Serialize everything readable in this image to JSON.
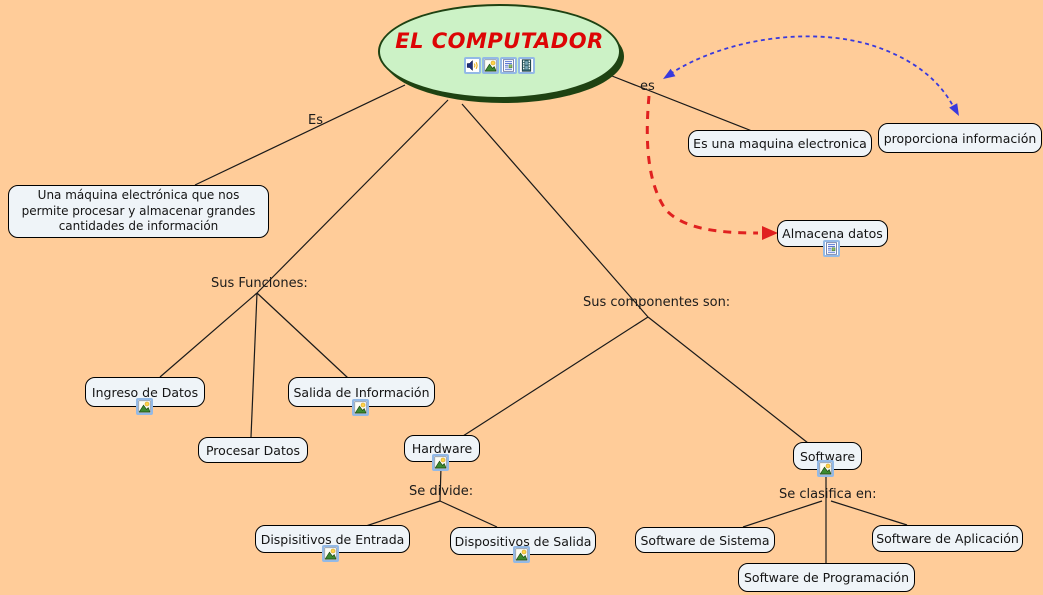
{
  "map": {
    "root": {
      "label": "EL COMPUTADOR",
      "icons": [
        "audio-icon",
        "image-icon",
        "document-icon",
        "video-icon"
      ]
    },
    "concepts": {
      "definicion": "Una máquina electrónica que nos permite procesar y almacenar grandes cantidades de información",
      "maquina": "Es una maquina electronica",
      "proporciona": "proporciona información",
      "almacena": "Almacena datos",
      "ingreso": "Ingreso de Datos",
      "procesar": "Procesar Datos",
      "salida": "Salida de Información",
      "hardware": "Hardware",
      "disp_entrada": "Dispisitivos de Entrada",
      "disp_salida": "Dispositivos de Salida",
      "software": "Software",
      "sw_sistema": "Software de Sistema",
      "sw_programacion": "Software de Programación",
      "sw_aplicacion": "Software de Aplicación"
    },
    "linking_phrases": {
      "es_left": "Es",
      "es_right": "es",
      "funciones": "Sus Funciones:",
      "componentes": "Sus componentes son:",
      "divide": "Se divide:",
      "clasifica": "Se clasifica en:"
    },
    "colors": {
      "background": "#FFCC99",
      "node_fill": "#EFF4F8",
      "node_border": "#000000",
      "ellipse_fill": "#CCF2C6",
      "ellipse_border": "#1E4212",
      "title": "#DD0505",
      "line": "#1A1A1A",
      "arrow_red": "#E02020",
      "arrow_blue": "#3939DD"
    }
  }
}
